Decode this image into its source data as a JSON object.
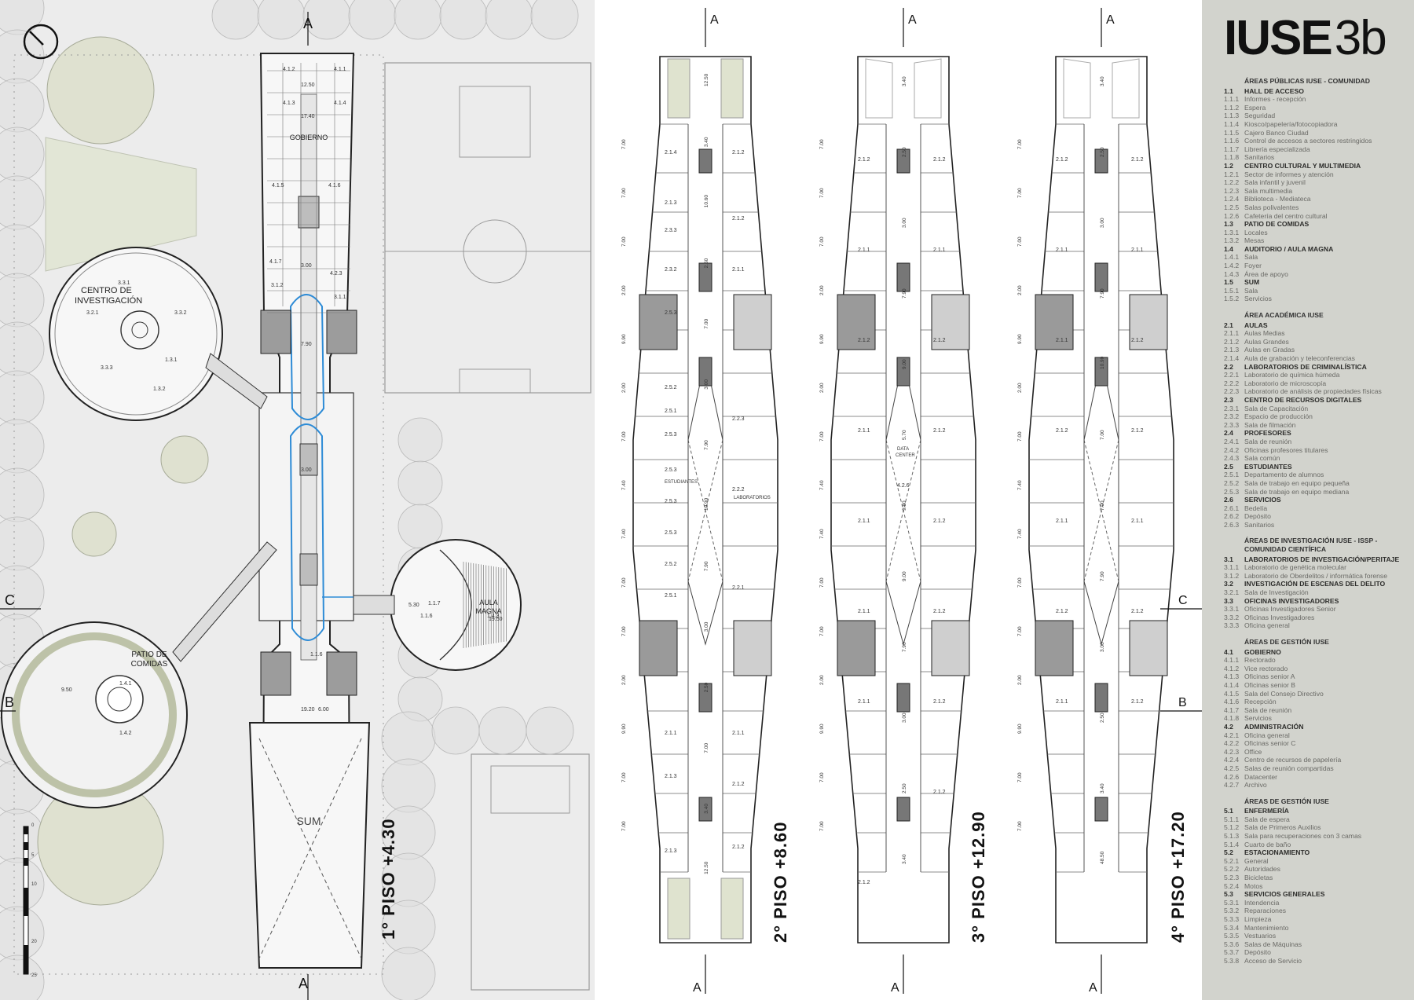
{
  "logo": {
    "main": "IUSE",
    "sub": "3b"
  },
  "site": {
    "section_marks": {
      "a": "A",
      "b": "B",
      "c": "C"
    },
    "labels": {
      "centro": "CENTRO DE INVESTIGACIÓN",
      "patio": "PATIO DE COMIDAS",
      "aula": "AULA MAGNA",
      "gobierno": "GOBIERNO",
      "sum": "SUM"
    },
    "room_codes": [
      "4.1.2",
      "4.1.1",
      "4.1.3",
      "4.1.4",
      "4.1.5",
      "4.1.6",
      "4.1.7",
      "4.2.3",
      "3.1.1",
      "3.1.2",
      "3.2.1",
      "3.3.1",
      "3.3.2",
      "3.3.3",
      "1.3.1",
      "1.3.2",
      "1.4.1",
      "1.4.2",
      "1.4.3",
      "1.1.6",
      "1.1.7"
    ],
    "dims": [
      "17.40",
      "12.50",
      "3.00",
      "7.90",
      "3.00",
      "19.20",
      "6.00",
      "5.30",
      "19.50",
      "9.50",
      "1.1.6"
    ],
    "scale": [
      "0",
      "5",
      "10",
      "20",
      "25"
    ]
  },
  "plans": [
    {
      "title": "1° PISO  +4.30"
    },
    {
      "title": "2° PISO  +8.60"
    },
    {
      "title": "3° PISO  +12.90"
    },
    {
      "title": "4° PISO  +17.20"
    }
  ],
  "plan2": {
    "labels": {
      "estudiantes": "ESTUDIANTES",
      "laboratorios": "LABORATORIOS"
    },
    "codes_left": [
      "2.1.4",
      "2.1.3",
      "2.3.3",
      "2.3.2",
      "2.5.3",
      "2.5.2",
      "2.5.1",
      "2.5.3",
      "2.5.3",
      "2.5.3",
      "2.5.3",
      "2.5.2",
      "2.5.1",
      "2.1.1",
      "2.1.3",
      "2.1.3"
    ],
    "codes_right": [
      "2.1.2",
      "2.1.2",
      "2.1.1",
      "2.2.3",
      "2.2.2",
      "2.2.1",
      "2.1.1",
      "2.1.2",
      "2.1.2"
    ],
    "dims": [
      "12.50",
      "3.40",
      "10.60",
      "2.50",
      "7.00",
      "3.00",
      "7.90",
      "10.90",
      "7.90",
      "3.00",
      "2.50",
      "7.00",
      "3.40",
      "12.50"
    ]
  },
  "plan3": {
    "labels": {
      "datacenter": "DATA CENTER"
    },
    "codes": [
      "2.1.2",
      "2.1.2",
      "2.1.1",
      "2.1.1",
      "2.1.2",
      "2.1.2",
      "2.1.1",
      "2.1.2",
      "2.1.1",
      "2.1.2",
      "2.1.1",
      "2.1.2",
      "2.1.1",
      "2.1.2",
      "4.2.6",
      "2.1.2",
      "2.1.2"
    ],
    "dims": [
      "3.40",
      "2.50",
      "3.00",
      "7.90",
      "9.00",
      "5.70",
      "9.80",
      "9.00",
      "7.90",
      "3.00",
      "2.50",
      "3.40"
    ]
  },
  "plan4": {
    "codes": [
      "2.1.2",
      "2.1.2",
      "2.1.1",
      "2.1.1",
      "2.1.1",
      "2.1.2",
      "2.1.2",
      "2.1.2",
      "2.1.1",
      "2.1.1",
      "2.1.2",
      "2.1.2",
      "2.1.1",
      "2.1.2"
    ],
    "dims": [
      "3.40",
      "2.50",
      "3.00",
      "7.90",
      "10.90",
      "7.00",
      "7.00",
      "7.90",
      "3.00",
      "2.50",
      "3.40",
      "48.50"
    ]
  },
  "side_dims": [
    "7.00",
    "7.00",
    "7.00",
    "2.00",
    "9.90",
    "2.00",
    "7.00",
    "7.40",
    "7.40",
    "7.00",
    "7.00",
    "2.00",
    "9.90",
    "7.00",
    "7.00"
  ],
  "legend": [
    {
      "type": "sec",
      "text": "ÁREAS PÚBLICAS IUSE - COMUNIDAD",
      "first": true
    },
    {
      "type": "h",
      "num": "1.1",
      "text": "HALL DE ACCESO"
    },
    {
      "num": "1.1.1",
      "text": "Informes - recepción"
    },
    {
      "num": "1.1.2",
      "text": "Espera"
    },
    {
      "num": "1.1.3",
      "text": "Seguridad"
    },
    {
      "num": "1.1.4",
      "text": "Kiosco/papelería/fotocopiadora"
    },
    {
      "num": "1.1.5",
      "text": "Cajero Banco Ciudad"
    },
    {
      "num": "1.1.6",
      "text": "Control de accesos a sectores restringidos"
    },
    {
      "num": "1.1.7",
      "text": "Librería especializada"
    },
    {
      "num": "1.1.8",
      "text": "Sanitarios"
    },
    {
      "type": "h",
      "num": "1.2",
      "text": "CENTRO CULTURAL Y MULTIMEDIA"
    },
    {
      "num": "1.2.1",
      "text": "Sector de informes y atención"
    },
    {
      "num": "1.2.2",
      "text": "Sala infantil y juvenil"
    },
    {
      "num": "1.2.3",
      "text": "Sala multimedia"
    },
    {
      "num": "1.2.4",
      "text": "Biblioteca - Mediateca"
    },
    {
      "num": "1.2.5",
      "text": "Salas polivalentes"
    },
    {
      "num": "1.2.6",
      "text": "Cafetería del centro cultural"
    },
    {
      "type": "h",
      "num": "1.3",
      "text": "PATIO DE COMIDAS"
    },
    {
      "num": "1.3.1",
      "text": "Locales"
    },
    {
      "num": "1.3.2",
      "text": "Mesas"
    },
    {
      "type": "h",
      "num": "1.4",
      "text": "AUDITORIO / AULA MAGNA"
    },
    {
      "num": "1.4.1",
      "text": "Sala"
    },
    {
      "num": "1.4.2",
      "text": "Foyer"
    },
    {
      "num": "1.4.3",
      "text": "Área de apoyo"
    },
    {
      "type": "h",
      "num": "1.5",
      "text": "SUM"
    },
    {
      "num": "1.5.1",
      "text": "Sala"
    },
    {
      "num": "1.5.2",
      "text": "Servicios"
    },
    {
      "type": "sec",
      "text": "ÁREA ACADÉMICA IUSE"
    },
    {
      "type": "h",
      "num": "2.1",
      "text": "AULAS"
    },
    {
      "num": "2.1.1",
      "text": "Aulas Medias"
    },
    {
      "num": "2.1.2",
      "text": "Aulas Grandes"
    },
    {
      "num": "2.1.3",
      "text": "Aulas en Gradas"
    },
    {
      "num": "2.1.4",
      "text": "Aula de grabación y teleconferencias"
    },
    {
      "type": "h",
      "num": "2.2",
      "text": "LABORATORIOS DE CRIMINALÍSTICA"
    },
    {
      "num": "2.2.1",
      "text": "Laboratorio de química húmeda"
    },
    {
      "num": "2.2.2",
      "text": "Laboratorio de microscopía"
    },
    {
      "num": "2.2.3",
      "text": "Laboratorio de análisis de propiedades físicas"
    },
    {
      "type": "h",
      "num": "2.3",
      "text": "CENTRO DE RECURSOS DIGITALES"
    },
    {
      "num": "2.3.1",
      "text": "Sala de Capacitación"
    },
    {
      "num": "2.3.2",
      "text": "Espacio de producción"
    },
    {
      "num": "2.3.3",
      "text": "Sala de filmación"
    },
    {
      "type": "h",
      "num": "2.4",
      "text": "PROFESORES"
    },
    {
      "num": "2.4.1",
      "text": "Sala de reunión"
    },
    {
      "num": "2.4.2",
      "text": "Oficinas profesores titulares"
    },
    {
      "num": "2.4.3",
      "text": "Sala común"
    },
    {
      "type": "h",
      "num": "2.5",
      "text": "ESTUDIANTES"
    },
    {
      "num": "2.5.1",
      "text": "Departamento de alumnos"
    },
    {
      "num": "2.5.2",
      "text": "Sala de trabajo en equipo pequeña"
    },
    {
      "num": "2.5.3",
      "text": "Sala de trabajo en equipo mediana"
    },
    {
      "type": "h",
      "num": "2.6",
      "text": "SERVICIOS"
    },
    {
      "num": "2.6.1",
      "text": "Bedelía"
    },
    {
      "num": "2.6.2",
      "text": "Depósito"
    },
    {
      "num": "2.6.3",
      "text": "Sanitarios"
    },
    {
      "type": "sec",
      "text": "ÁREAS DE INVESTIGACIÓN IUSE - ISSP - COMUNIDAD CIENTÍFICA"
    },
    {
      "type": "h",
      "num": "3.1",
      "text": "LABORATORIOS DE INVESTIGACIÓN/PERITAJE"
    },
    {
      "num": "3.1.1",
      "text": "Laboratorio de genética molecular"
    },
    {
      "num": "3.1.2",
      "text": "Laboratorio de Oberdelitos / informática forense"
    },
    {
      "type": "h",
      "num": "3.2",
      "text": "INVESTIGACIÓN DE ESCENAS DEL DELITO"
    },
    {
      "num": "3.2.1",
      "text": "Sala de Investigación"
    },
    {
      "type": "h",
      "num": "3.3",
      "text": "OFICINAS INVESTIGADORES"
    },
    {
      "num": "3.3.1",
      "text": "Oficinas Investigadores Senior"
    },
    {
      "num": "3.3.2",
      "text": "Oficinas Investigadores"
    },
    {
      "num": "3.3.3",
      "text": "Oficina general"
    },
    {
      "type": "sec",
      "text": "ÁREAS DE GESTIÓN IUSE"
    },
    {
      "type": "h",
      "num": "4.1",
      "text": "GOBIERNO"
    },
    {
      "num": "4.1.1",
      "text": "Rectorado"
    },
    {
      "num": "4.1.2",
      "text": "Vice rectorado"
    },
    {
      "num": "4.1.3",
      "text": "Oficinas senior A"
    },
    {
      "num": "4.1.4",
      "text": "Oficinas senior B"
    },
    {
      "num": "4.1.5",
      "text": "Sala del Consejo Directivo"
    },
    {
      "num": "4.1.6",
      "text": "Recepción"
    },
    {
      "num": "4.1.7",
      "text": "Sala de reunión"
    },
    {
      "num": "4.1.8",
      "text": "Servicios"
    },
    {
      "type": "h",
      "num": "4.2",
      "text": "ADMINISTRACIÓN"
    },
    {
      "num": "4.2.1",
      "text": "Oficina general"
    },
    {
      "num": "4.2.2",
      "text": "Oficinas senior C"
    },
    {
      "num": "4.2.3",
      "text": "Office"
    },
    {
      "num": "4.2.4",
      "text": "Centro de recursos de papelería"
    },
    {
      "num": "4.2.5",
      "text": "Salas de reunión compartidas"
    },
    {
      "num": "4.2.6",
      "text": "Datacenter"
    },
    {
      "num": "4.2.7",
      "text": "Archivo"
    },
    {
      "type": "sec",
      "text": "ÁREAS DE GESTIÓN IUSE"
    },
    {
      "type": "h",
      "num": "5.1",
      "text": "ENFERMERÍA"
    },
    {
      "num": "5.1.1",
      "text": "Sala de espera"
    },
    {
      "num": "5.1.2",
      "text": "Sala de Primeros Auxilios"
    },
    {
      "num": "5.1.3",
      "text": "Sala para recuperaciones con 3 camas"
    },
    {
      "num": "5.1.4",
      "text": "Cuarto de baño"
    },
    {
      "type": "h",
      "num": "5.2",
      "text": "ESTACIONAMIENTO"
    },
    {
      "num": "5.2.1",
      "text": "General"
    },
    {
      "num": "5.2.2",
      "text": "Autoridades"
    },
    {
      "num": "5.2.3",
      "text": "Bicicletas"
    },
    {
      "num": "5.2.4",
      "text": "Motos"
    },
    {
      "type": "h",
      "num": "5.3",
      "text": "SERVICIOS GENERALES"
    },
    {
      "num": "5.3.1",
      "text": "Intendencia"
    },
    {
      "num": "5.3.2",
      "text": "Reparaciones"
    },
    {
      "num": "5.3.3",
      "text": "Limpieza"
    },
    {
      "num": "5.3.4",
      "text": "Mantenimiento"
    },
    {
      "num": "5.3.5",
      "text": "Vestuarios"
    },
    {
      "num": "5.3.6",
      "text": "Salas de Máquinas"
    },
    {
      "num": "5.3.7",
      "text": "Depósito"
    },
    {
      "num": "5.3.8",
      "text": "Acceso de Servicio"
    }
  ]
}
